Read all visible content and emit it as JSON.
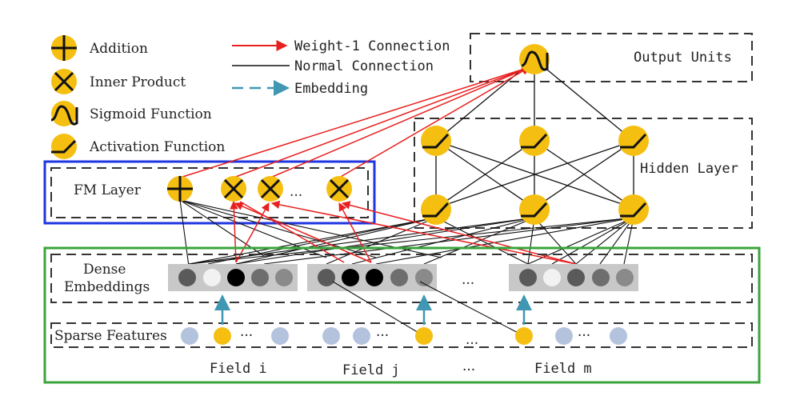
{
  "legend_left": {
    "addition": "Addition",
    "inner_product": "Inner Product",
    "sigmoid": "Sigmoid Function",
    "activation": "Activation Function"
  },
  "legend_lines": {
    "weight1": "Weight-1 Connection",
    "normal": "Normal Connection",
    "embedding": "Embedding"
  },
  "labels": {
    "output_units": "Output Units",
    "hidden_layer": "Hidden Layer",
    "fm_layer": "FM Layer",
    "fm_dots": "...",
    "dense_line1": "Dense",
    "dense_line2": "Embeddings",
    "dense_dots": "...",
    "sparse_features": "Sparse Features",
    "sparse_dots_a": "···",
    "sparse_dots_b": "···",
    "sparse_dots_c": "...",
    "sparse_dots_d": "···",
    "field_i": "Field i",
    "field_j": "Field j",
    "field_dots": "···",
    "field_m": "Field m"
  },
  "colors": {
    "node_yellow": "#f5bf12",
    "weight1_red": "#e8201f",
    "embedding_teal": "#3f97b3",
    "fm_box_blue": "#1e35e0",
    "bottom_box_green": "#3aa43c",
    "sparse_blue": "#b3c3dd",
    "embed_panel": "#c8c8c8"
  },
  "icons": {
    "addition": "plus-icon",
    "inner_product": "cross-icon",
    "sigmoid": "sigmoid-icon",
    "activation": "relu-icon"
  }
}
